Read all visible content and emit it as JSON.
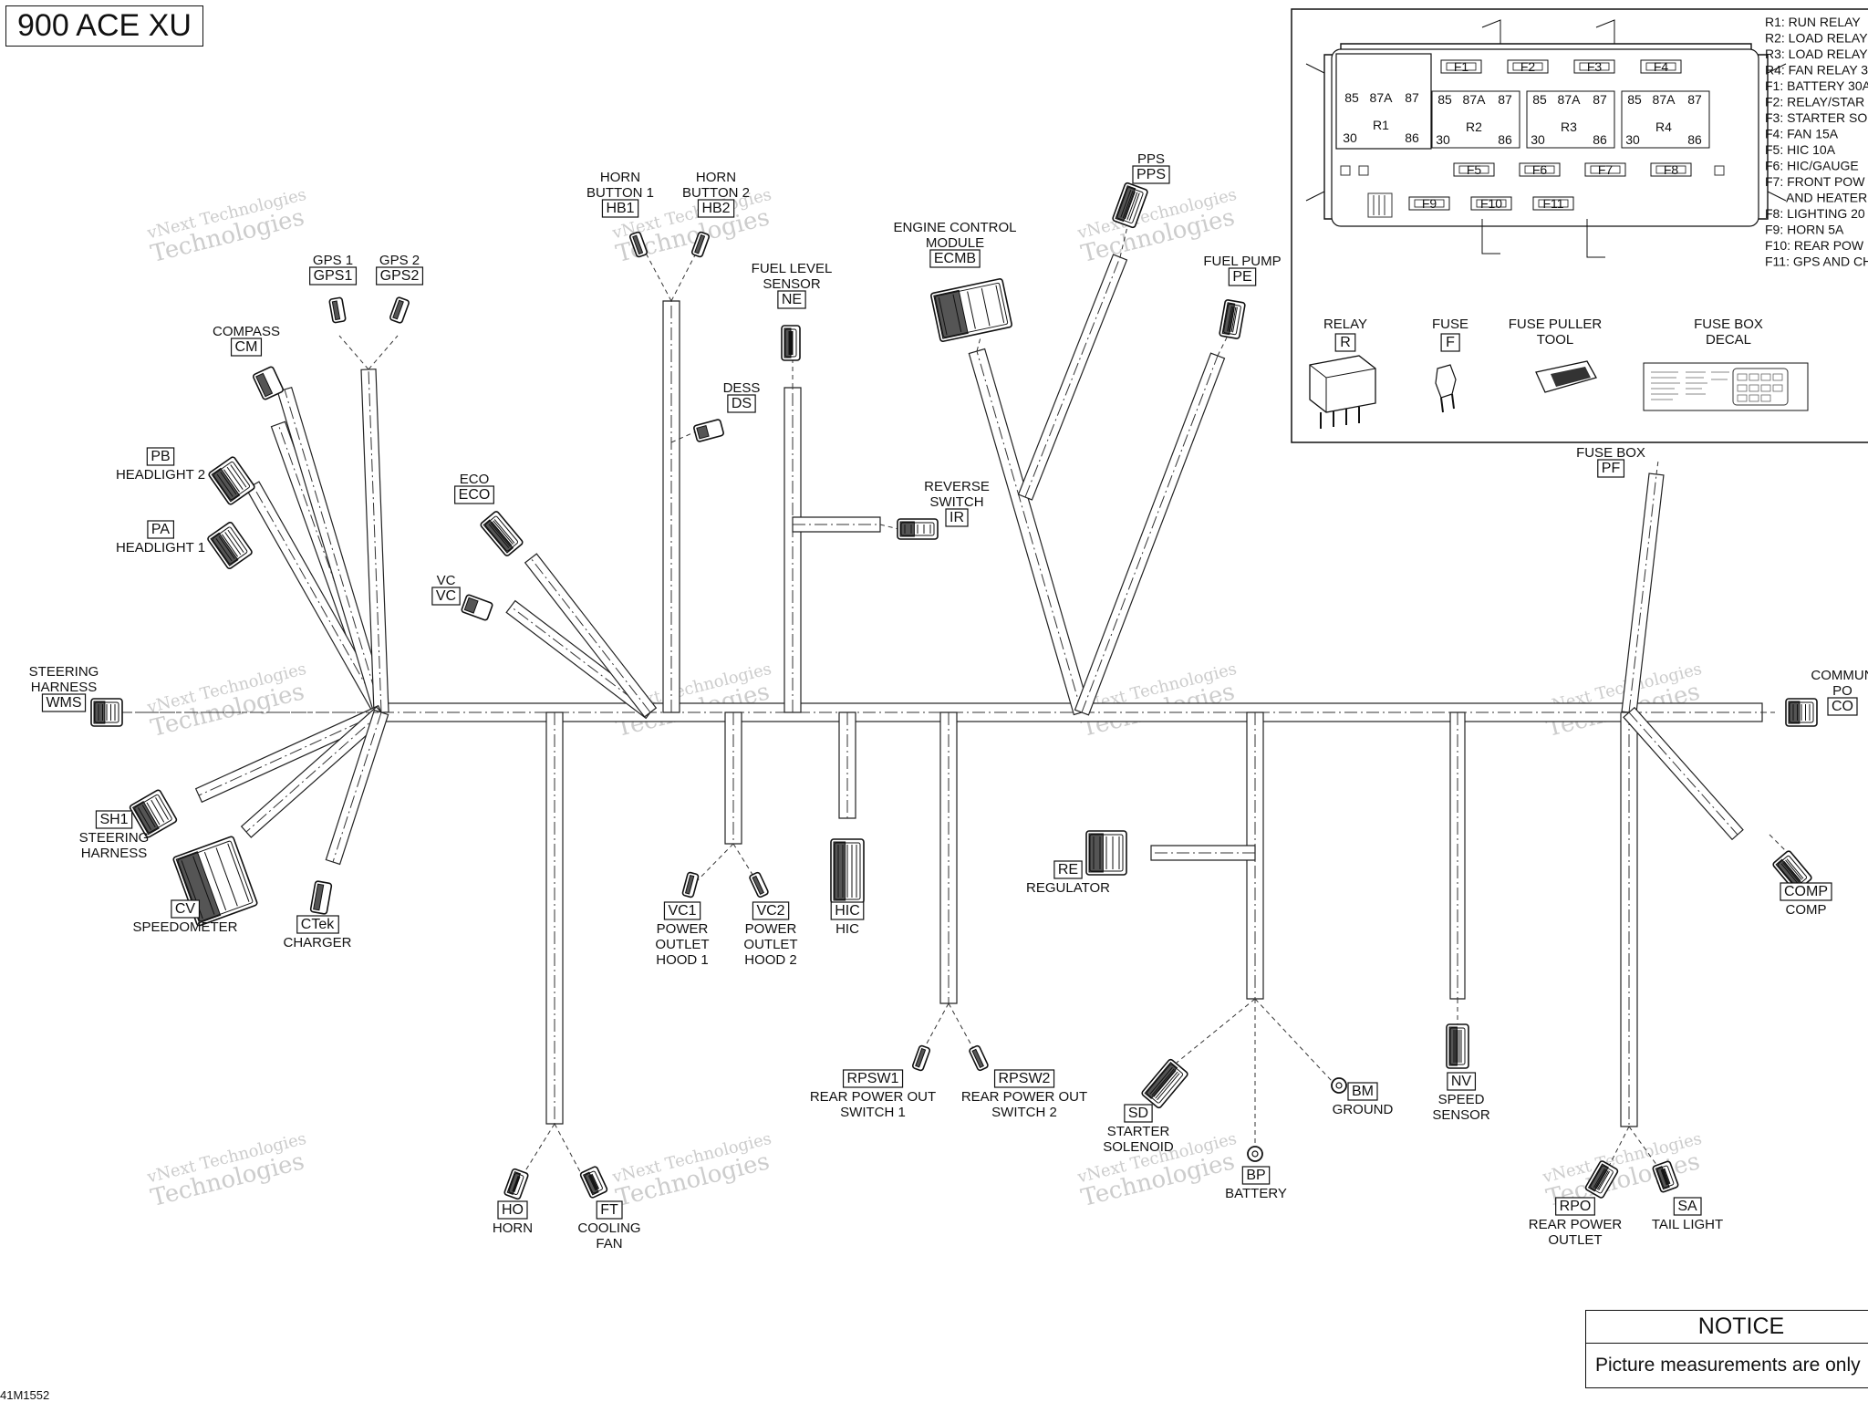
{
  "title": "900 ACE XU",
  "figure_id": "41M1552",
  "notice": {
    "heading": "NOTICE",
    "body": "Picture measurements are only"
  },
  "watermark": [
    "vNext Technologies",
    "Technologies"
  ],
  "components": {
    "WMS": {
      "code": "WMS",
      "name": [
        "STEERING",
        "HARNESS"
      ]
    },
    "SH1": {
      "code": "SH1",
      "name": [
        "STEERING",
        "HARNESS"
      ]
    },
    "CV": {
      "code": "CV",
      "name": [
        "SPEEDOMETER"
      ]
    },
    "CTek": {
      "code": "CTek",
      "name": [
        "CHARGER"
      ]
    },
    "PB": {
      "code": "PB",
      "name": [
        "HEADLIGHT 2"
      ]
    },
    "PA": {
      "code": "PA",
      "name": [
        "HEADLIGHT 1"
      ]
    },
    "CM": {
      "code": "CM",
      "name": [
        "COMPASS"
      ]
    },
    "GPS1": {
      "code": "GPS1",
      "name": [
        "GPS 1"
      ]
    },
    "GPS2": {
      "code": "GPS2",
      "name": [
        "GPS 2"
      ]
    },
    "HB1": {
      "code": "HB1",
      "name": [
        "HORN",
        "BUTTON 1"
      ]
    },
    "HB2": {
      "code": "HB2",
      "name": [
        "HORN",
        "BUTTON 2"
      ]
    },
    "ECO": {
      "code": "ECO",
      "name": [
        "ECO"
      ]
    },
    "VC": {
      "code": "VC",
      "name": [
        "VC"
      ]
    },
    "DS": {
      "code": "DS",
      "name": [
        "DESS"
      ]
    },
    "NE": {
      "code": "NE",
      "name": [
        "FUEL LEVEL",
        "SENSOR"
      ]
    },
    "IR": {
      "code": "IR",
      "name": [
        "REVERSE",
        "SWITCH"
      ]
    },
    "ECMB": {
      "code": "ECMB",
      "name": [
        "ENGINE CONTROL",
        "MODULE"
      ]
    },
    "PPS": {
      "code": "PPS",
      "name": [
        "PPS"
      ]
    },
    "PE": {
      "code": "PE",
      "name": [
        "FUEL PUMP"
      ]
    },
    "PF": {
      "code": "PF",
      "name": [
        "FUSE BOX"
      ]
    },
    "CO": {
      "code": "CO",
      "name": [
        "COMMUN",
        "PO"
      ]
    },
    "COMP": {
      "code": "COMP",
      "name": [
        "COMP"
      ]
    },
    "HO": {
      "code": "HO",
      "name": [
        "HORN"
      ]
    },
    "FT": {
      "code": "FT",
      "name": [
        "COOLING",
        "FAN"
      ]
    },
    "VC1": {
      "code": "VC1",
      "name": [
        "POWER",
        "OUTLET",
        "HOOD 1"
      ]
    },
    "VC2": {
      "code": "VC2",
      "name": [
        "POWER",
        "OUTLET",
        "HOOD 2"
      ]
    },
    "HIC": {
      "code": "HIC",
      "name": [
        "HIC"
      ]
    },
    "RPSW1": {
      "code": "RPSW1",
      "name": [
        "REAR POWER OUT",
        "SWITCH 1"
      ]
    },
    "RPSW2": {
      "code": "RPSW2",
      "name": [
        "REAR POWER OUT",
        "SWITCH 2"
      ]
    },
    "RE": {
      "code": "RE",
      "name": [
        "REGULATOR"
      ]
    },
    "SD": {
      "code": "SD",
      "name": [
        "STARTER",
        "SOLENOID"
      ]
    },
    "BP": {
      "code": "BP",
      "name": [
        "BATTERY"
      ]
    },
    "BM": {
      "code": "BM",
      "name": [
        "GROUND"
      ]
    },
    "NV": {
      "code": "NV",
      "name": [
        "SPEED",
        "SENSOR"
      ]
    },
    "RPO": {
      "code": "RPO",
      "name": [
        "REAR POWER",
        "OUTLET"
      ]
    },
    "SA": {
      "code": "SA",
      "name": [
        "TAIL LIGHT"
      ]
    }
  },
  "fuse_box": {
    "relays": [
      {
        "id": "R1",
        "pins": [
          "85",
          "87A",
          "87",
          "30",
          "86"
        ]
      },
      {
        "id": "R2",
        "pins": [
          "85",
          "87A",
          "87",
          "30",
          "86"
        ]
      },
      {
        "id": "R3",
        "pins": [
          "85",
          "87A",
          "87",
          "30",
          "86"
        ]
      },
      {
        "id": "R4",
        "pins": [
          "85",
          "87A",
          "87",
          "30",
          "86"
        ]
      }
    ],
    "fuses_row1": [
      "F1",
      "F2",
      "F3",
      "F4"
    ],
    "fuses_row2": [
      "F5",
      "F6",
      "F7",
      "F8"
    ],
    "fuses_row3": [
      "F9",
      "F10",
      "F11"
    ],
    "legend": [
      "R1: RUN RELAY",
      "R2: LOAD RELAY",
      "R3: LOAD RELAY",
      "R4: FAN RELAY 3",
      "F1: BATTERY 30A",
      "F2: RELAY/STAR",
      "F3: STARTER SO",
      "F4: FAN 15A",
      "F5: HIC 10A",
      "F6: HIC/GAUGE",
      "F7: FRONT POW",
      "AND HEATER",
      "F8: LIGHTING 20",
      "F9: HORN 5A",
      "F10: REAR POW",
      "F11: GPS AND CH"
    ],
    "parts": [
      {
        "code": "R",
        "name": [
          "RELAY"
        ]
      },
      {
        "code": "F",
        "name": [
          "FUSE"
        ]
      },
      {
        "code": "",
        "name": [
          "FUSE PULLER",
          "TOOL"
        ]
      },
      {
        "code": "",
        "name": [
          "FUSE BOX",
          "DECAL"
        ]
      }
    ]
  }
}
